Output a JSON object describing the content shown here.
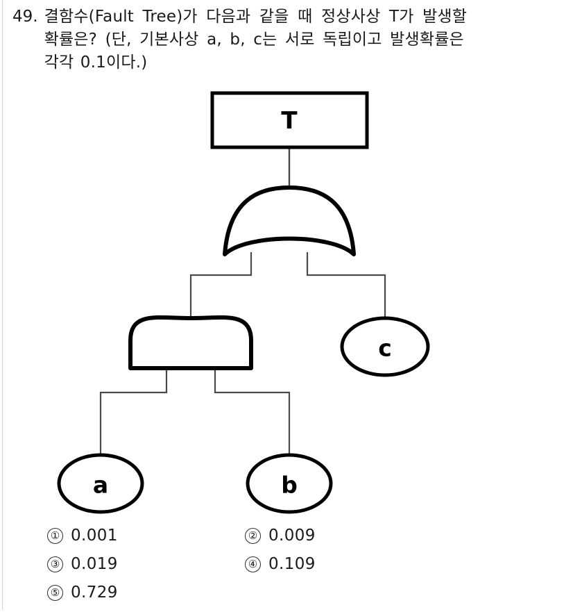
{
  "question": {
    "number": "49.",
    "lines": [
      "결함수(Fault Tree)가 다음과 같을 때 정상사상 T가 발생할",
      "확률은? (단, 기본사상 a, b, c는 서로 독립이고 발생확률은",
      "각각 0.1이다.)"
    ]
  },
  "diagram": {
    "type": "fault-tree",
    "top_event": {
      "label": "T",
      "shape": "rectangle"
    },
    "gates": [
      {
        "id": "gate-or",
        "type": "OR",
        "parent": "T",
        "children": [
          "gate-and",
          "c"
        ]
      },
      {
        "id": "gate-and",
        "type": "AND",
        "parent": "gate-or",
        "children": [
          "a",
          "b"
        ]
      }
    ],
    "basic_events": [
      {
        "id": "a",
        "label": "a",
        "shape": "ellipse"
      },
      {
        "id": "b",
        "label": "b",
        "shape": "ellipse"
      },
      {
        "id": "c",
        "label": "c",
        "shape": "ellipse"
      }
    ],
    "line_color": "#000000",
    "connector_color": "#4a4a4a"
  },
  "options": [
    {
      "marker": "①",
      "value": "0.001"
    },
    {
      "marker": "②",
      "value": "0.009"
    },
    {
      "marker": "③",
      "value": "0.019"
    },
    {
      "marker": "④",
      "value": "0.109"
    },
    {
      "marker": "⑤",
      "value": "0.729"
    }
  ]
}
